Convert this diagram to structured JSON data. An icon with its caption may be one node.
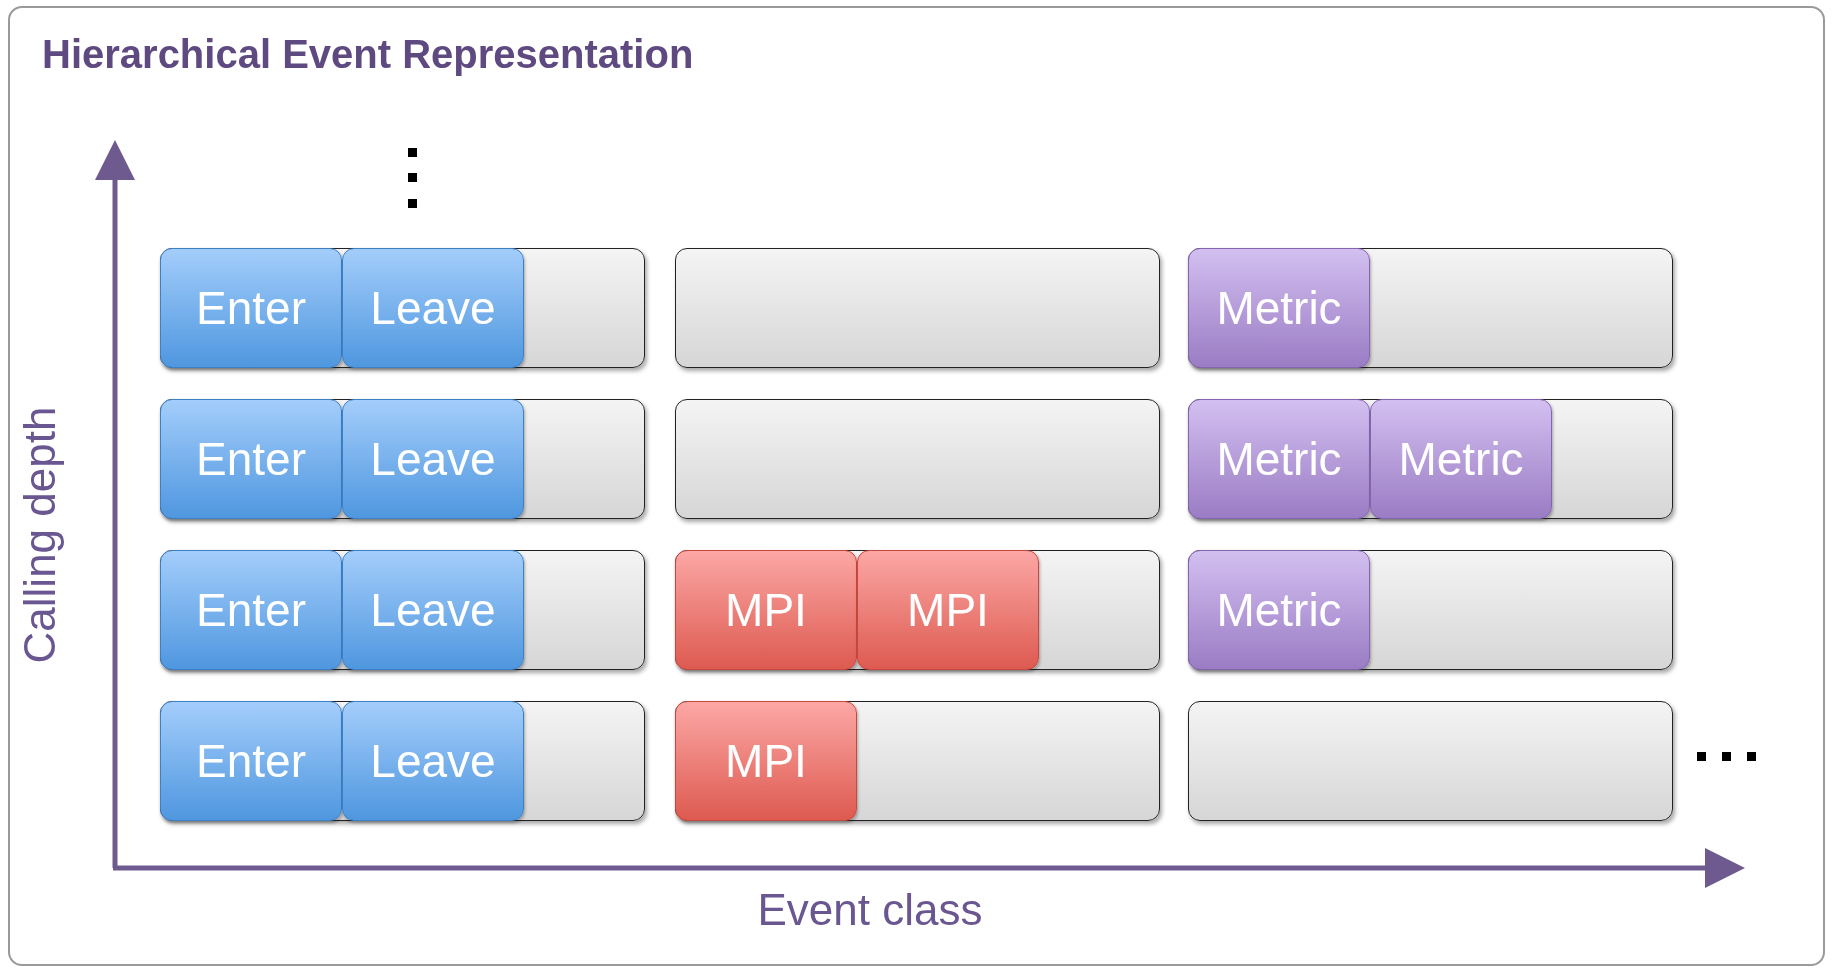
{
  "diagram": {
    "title": "Hierarchical Event Representation",
    "nodes": [
      {
        "text": [],
        "shape": "bar"
      },
      {
        "text": [
          "Enter"
        ],
        "in": 0
      },
      {
        "text": [
          "Leave"
        ],
        "in": 0
      },
      {
        "text": [],
        "shape": "bar"
      },
      {
        "text": [],
        "shape": "bar"
      },
      {
        "text": [
          "Metric"
        ],
        "in": 4
      },
      {
        "text": [],
        "shape": "bar"
      },
      {
        "text": [
          "Enter"
        ],
        "in": 6
      },
      {
        "text": [
          "Leave"
        ],
        "in": 6
      },
      {
        "text": [],
        "shape": "bar"
      },
      {
        "text": [],
        "shape": "bar"
      },
      {
        "text": [
          "Metric"
        ],
        "in": 10
      },
      {
        "text": [
          "Metric"
        ],
        "in": 10
      },
      {
        "text": [],
        "shape": "bar"
      },
      {
        "text": [
          "Enter"
        ],
        "in": 13
      },
      {
        "text": [
          "Leave"
        ],
        "in": 13
      },
      {
        "text": [],
        "shape": "bar"
      },
      {
        "text": [
          "MPI"
        ],
        "in": 16
      },
      {
        "text": [
          "MPI"
        ],
        "in": 16
      },
      {
        "text": [],
        "shape": "bar"
      },
      {
        "text": [
          "Metric"
        ],
        "in": 19
      },
      {
        "text": [],
        "shape": "bar"
      },
      {
        "text": [
          "Enter"
        ],
        "in": 21
      },
      {
        "text": [
          "Leave"
        ],
        "in": 21
      },
      {
        "text": [],
        "shape": "bar"
      },
      {
        "text": [
          "MPI"
        ],
        "in": 24
      },
      {
        "text": [],
        "shape": "bar"
      }
    ],
    "labels": [
      "Calling depth",
      "Event class"
    ]
  }
}
